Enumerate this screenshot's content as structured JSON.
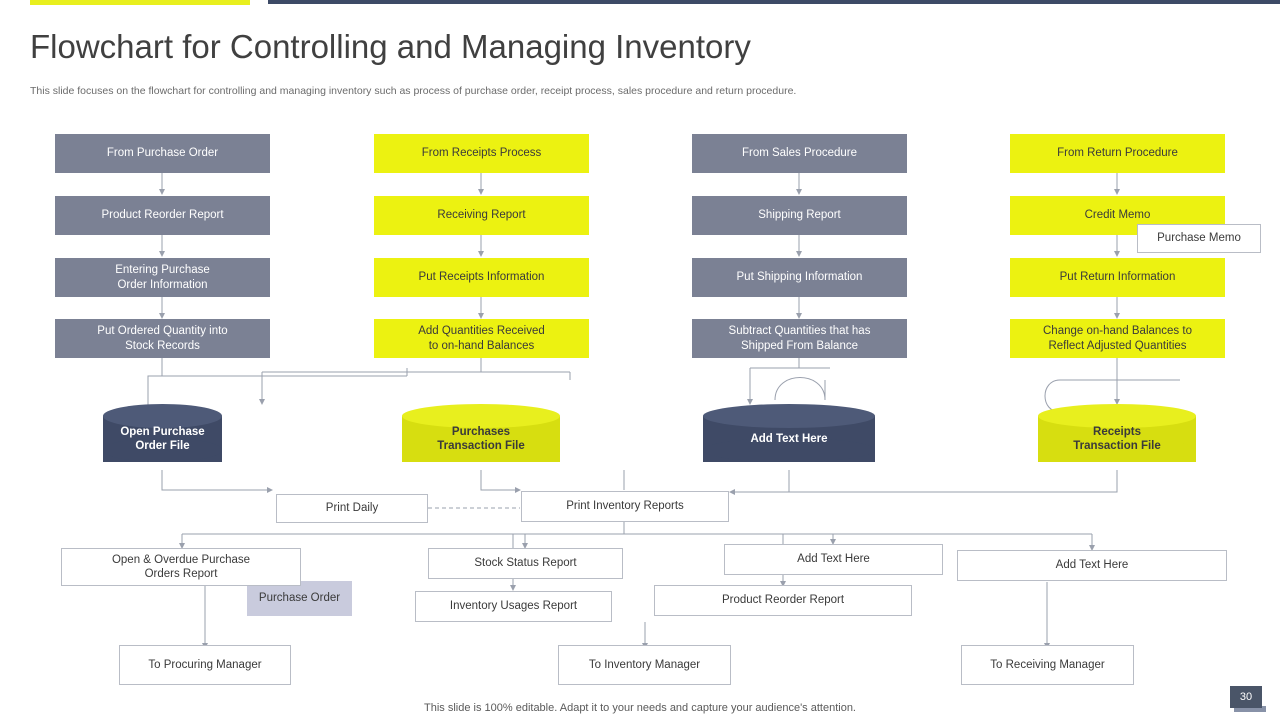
{
  "header": {
    "title": "Flowchart for Controlling and Managing Inventory",
    "subtitle": "This slide focuses on the flowchart for controlling and managing inventory such as process of purchase order, receipt process, sales procedure and return procedure."
  },
  "footer": {
    "note": "This slide is 100% editable. Adapt it to your needs and capture your audience's attention.",
    "page_number": "30"
  },
  "colors": {
    "gray": "#7b8194",
    "yellow": "#ecf211",
    "navy": "#3f4a66",
    "lilac": "#c9cbdd",
    "accent_bar_yellow": "#e8ef1e",
    "accent_bar_navy": "#3d4a66"
  },
  "columns": [
    {
      "id": "purchase-order",
      "steps": [
        {
          "label": "From Purchase Order",
          "style": "gray"
        },
        {
          "label": "Product Reorder  Report",
          "style": "gray"
        },
        {
          "label": "Entering Purchase\nOrder  Information",
          "style": "gray"
        },
        {
          "label": "Put Ordered  Quantity into\nStock Records",
          "style": "gray"
        }
      ],
      "store": {
        "label": "Open Purchase\nOrder File",
        "style": "navy"
      }
    },
    {
      "id": "receipts-process",
      "steps": [
        {
          "label": "From Receipts Process",
          "style": "yellow"
        },
        {
          "label": "Receiving  Report",
          "style": "yellow"
        },
        {
          "label": "Put Receipts Information",
          "style": "yellow"
        },
        {
          "label": "Add Quantities Received\nto on-hand  Balances",
          "style": "yellow"
        }
      ],
      "store": {
        "label": "Purchases\nTransaction File",
        "style": "yellow"
      }
    },
    {
      "id": "sales-procedure",
      "steps": [
        {
          "label": "From Sales Procedure",
          "style": "gray"
        },
        {
          "label": "Shipping Report",
          "style": "gray"
        },
        {
          "label": "Put Shipping Information",
          "style": "gray"
        },
        {
          "label": "Subtract Quantities that has\nShipped From Balance",
          "style": "gray"
        }
      ],
      "store": {
        "label": "Add Text Here",
        "style": "navy"
      }
    },
    {
      "id": "return-procedure",
      "steps": [
        {
          "label": "From Return Procedure",
          "style": "yellow"
        },
        {
          "label": "Credit Memo",
          "style": "yellow"
        },
        {
          "label": "Put Return Information",
          "style": "yellow"
        },
        {
          "label": "Change  on-hand  Balances to\nReflect Adjusted Quantities",
          "style": "yellow"
        }
      ],
      "store": {
        "label": "Receipts\nTransaction File",
        "style": "yellow"
      }
    }
  ],
  "callouts": {
    "purchase_memo": "Purchase Memo",
    "purchase_order": "Purchase Order"
  },
  "reports": {
    "print_daily": "Print Daily",
    "print_inventory_reports": "Print Inventory  Reports",
    "open_overdue": "Open & Overdue  Purchase\nOrders Report",
    "stock_status": "Stock Status Report",
    "inventory_usages": "Inventory  Usages Report",
    "add_text_here_1": "Add Text Here",
    "product_reorder": "Product Reorder  Report",
    "add_text_here_2": "Add Text Here"
  },
  "recipients": {
    "procuring": "To Procuring  Manager",
    "inventory": "To Inventory  Manager",
    "receiving": "To Receiving  Manager"
  }
}
